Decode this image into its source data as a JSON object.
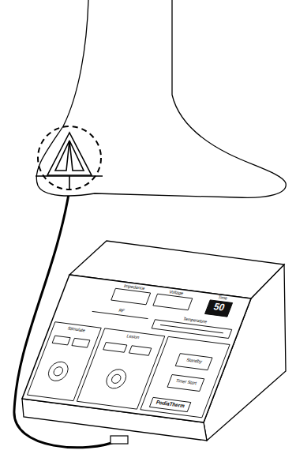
{
  "diagram": {
    "labels": [
      "Impedance",
      "Voltage",
      "Time",
      "50",
      "RF",
      "Temperature",
      "Stimulate",
      "Lesion",
      "Standby",
      "Timer Start",
      "PodiaTherm"
    ]
  }
}
